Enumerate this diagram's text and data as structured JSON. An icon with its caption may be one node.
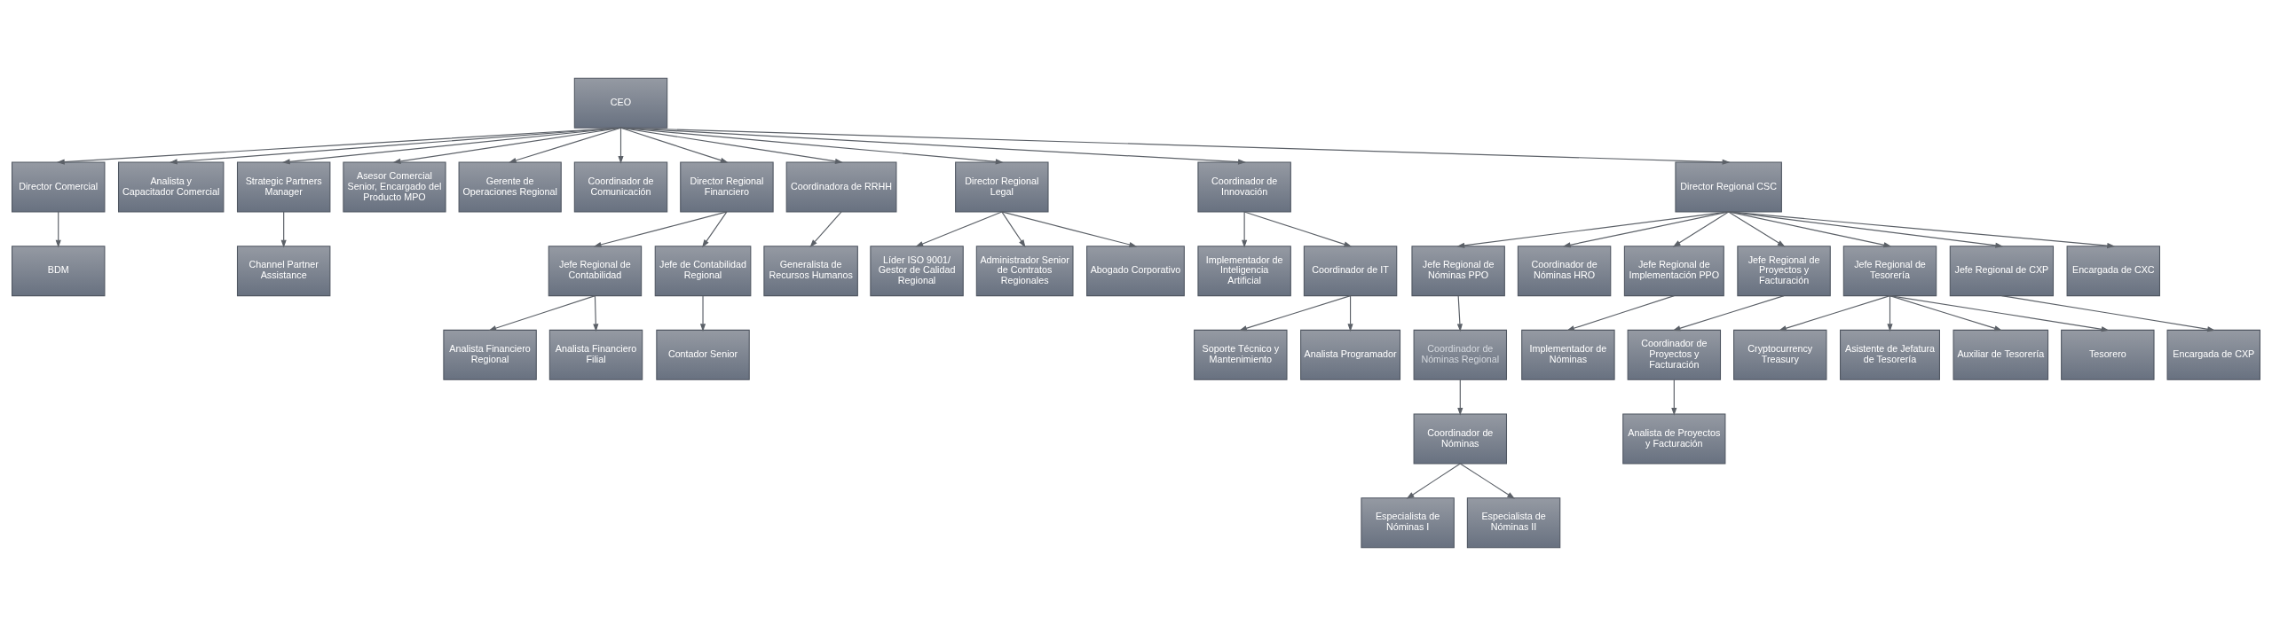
{
  "diagram": {
    "nodes": [
      {
        "text": [
          "CEO"
        ]
      },
      {
        "text": [
          "Director Comercial"
        ]
      },
      {
        "text": [
          "BDM"
        ]
      },
      {
        "text": [
          "Analista y Capacitador Comercial"
        ]
      },
      {
        "text": [
          "Strategic Partners Manager"
        ]
      },
      {
        "text": [
          "Channel Partner Assistance"
        ]
      },
      {
        "text": [
          "Asesor Comercial Senior, Encargado del Producto MPO"
        ]
      },
      {
        "text": [
          "Gerente de Operaciones Regional"
        ]
      },
      {
        "text": [
          "Coordinador de Comunicación"
        ]
      },
      {
        "text": [
          "Director Regional Financiero"
        ]
      },
      {
        "text": [
          "Jefe Regional de Contabilidad"
        ]
      },
      {
        "text": [
          "Analista Financiero Regional"
        ]
      },
      {
        "text": [
          "Analista Financiero Filial"
        ]
      },
      {
        "text": [
          "Jefe de Contabilidad Regional"
        ]
      },
      {
        "text": [
          "Contador Senior"
        ]
      },
      {
        "text": [
          "Coordinadora de RRHH"
        ]
      },
      {
        "text": [
          "Generalista de Recursos Humanos"
        ]
      },
      {
        "text": [
          "Director Regional Legal"
        ]
      },
      {
        "text": [
          "Líder ISO 9001/ Gestor de Calidad Regional"
        ]
      },
      {
        "text": [
          "Administrador Senior de Contratos Regionales"
        ]
      },
      {
        "text": [
          "Abogado Corporativo"
        ]
      },
      {
        "text": [
          "Coordinador de Innovación"
        ]
      },
      {
        "text": [
          "Implementador de Inteligencia Artificial"
        ]
      },
      {
        "text": [
          "Coordinador de IT"
        ]
      },
      {
        "text": [
          "Soporte Técnico y Mantenimiento"
        ]
      },
      {
        "text": [
          "Analista Programador"
        ]
      },
      {
        "text": [
          "Director Regional CSC"
        ]
      },
      {
        "text": [
          "Jefe Regional de Nóminas PPO"
        ]
      },
      {
        "text": [
          "Coordinador de Nóminas Regional"
        ]
      },
      {
        "text": [
          "Coordinador de Nóminas"
        ]
      },
      {
        "text": [
          "Especialista de Nóminas I"
        ]
      },
      {
        "text": [
          "Especialista de Nóminas II"
        ]
      },
      {
        "text": [
          "Coordinador de Nóminas HRO"
        ]
      },
      {
        "text": [
          "Jefe Regional de Implementación PPO"
        ]
      },
      {
        "text": [
          "Implementador de Nóminas"
        ]
      },
      {
        "text": [
          "Jefe Regional de Proyectos y Facturación"
        ]
      },
      {
        "text": [
          "Coordinador de Proyectos y Facturación"
        ]
      },
      {
        "text": [
          "Analista de Proyectos y Facturación"
        ]
      },
      {
        "text": [
          "Jefe Regional de Tesorería"
        ]
      },
      {
        "text": [
          "Cryptocurrency Treasury"
        ]
      },
      {
        "text": [
          "Asistente de Jefatura de Tesorería"
        ]
      },
      {
        "text": [
          "Auxiliar de Tesorería"
        ]
      },
      {
        "text": [
          "Tesorero"
        ]
      },
      {
        "text": [
          "Jefe Regional de CXP"
        ]
      },
      {
        "text": [
          "Encargada de CXP"
        ]
      },
      {
        "text": [
          "Encargada de CXC"
        ]
      }
    ],
    "edges": [
      {
        "from": 0,
        "to": 1,
        "arrow": "to"
      },
      {
        "from": 1,
        "to": 2,
        "arrow": "to"
      },
      {
        "from": 0,
        "to": 3,
        "arrow": "to"
      },
      {
        "from": 0,
        "to": 4,
        "arrow": "to"
      },
      {
        "from": 4,
        "to": 5,
        "arrow": "to"
      },
      {
        "from": 0,
        "to": 6,
        "arrow": "to"
      },
      {
        "from": 0,
        "to": 7,
        "arrow": "to"
      },
      {
        "from": 0,
        "to": 8,
        "arrow": "to"
      },
      {
        "from": 0,
        "to": 9,
        "arrow": "to"
      },
      {
        "from": 9,
        "to": 10,
        "arrow": "to"
      },
      {
        "from": 9,
        "to": 13,
        "arrow": "to"
      },
      {
        "from": 10,
        "to": 11,
        "arrow": "to"
      },
      {
        "from": 10,
        "to": 12,
        "arrow": "to"
      },
      {
        "from": 13,
        "to": 14,
        "arrow": "to"
      },
      {
        "from": 0,
        "to": 15,
        "arrow": "to"
      },
      {
        "from": 15,
        "to": 16,
        "arrow": "to"
      },
      {
        "from": 0,
        "to": 17,
        "arrow": "to"
      },
      {
        "from": 17,
        "to": 18,
        "arrow": "to"
      },
      {
        "from": 17,
        "to": 19,
        "arrow": "to"
      },
      {
        "from": 17,
        "to": 20,
        "arrow": "to"
      },
      {
        "from": 0,
        "to": 21,
        "arrow": "to"
      },
      {
        "from": 21,
        "to": 22,
        "arrow": "to"
      },
      {
        "from": 21,
        "to": 23,
        "arrow": "to"
      },
      {
        "from": 23,
        "to": 24,
        "arrow": "to"
      },
      {
        "from": 23,
        "to": 25,
        "arrow": "to"
      },
      {
        "from": 0,
        "to": 26,
        "arrow": "to"
      },
      {
        "from": 26,
        "to": 27,
        "arrow": "to"
      },
      {
        "from": 27,
        "to": 28,
        "arrow": "to"
      },
      {
        "from": 28,
        "to": 29,
        "arrow": "to"
      },
      {
        "from": 29,
        "to": 30,
        "arrow": "to"
      },
      {
        "from": 29,
        "to": 31,
        "arrow": "to"
      },
      {
        "from": 26,
        "to": 32,
        "arrow": "to"
      },
      {
        "from": 26,
        "to": 33,
        "arrow": "to"
      },
      {
        "from": 33,
        "to": 34,
        "arrow": "to"
      },
      {
        "from": 26,
        "to": 35,
        "arrow": "to"
      },
      {
        "from": 35,
        "to": 36,
        "arrow": "to"
      },
      {
        "from": 36,
        "to": 37,
        "arrow": "to"
      },
      {
        "from": 26,
        "to": 38,
        "arrow": "to"
      },
      {
        "from": 38,
        "to": 39,
        "arrow": "to"
      },
      {
        "from": 38,
        "to": 40,
        "arrow": "to"
      },
      {
        "from": 38,
        "to": 41,
        "arrow": "to"
      },
      {
        "from": 38,
        "to": 42,
        "arrow": "to"
      },
      {
        "from": 26,
        "to": 43,
        "arrow": "to"
      },
      {
        "from": 43,
        "to": 44,
        "arrow": "to"
      },
      {
        "from": 26,
        "to": 45,
        "arrow": "to"
      }
    ]
  }
}
